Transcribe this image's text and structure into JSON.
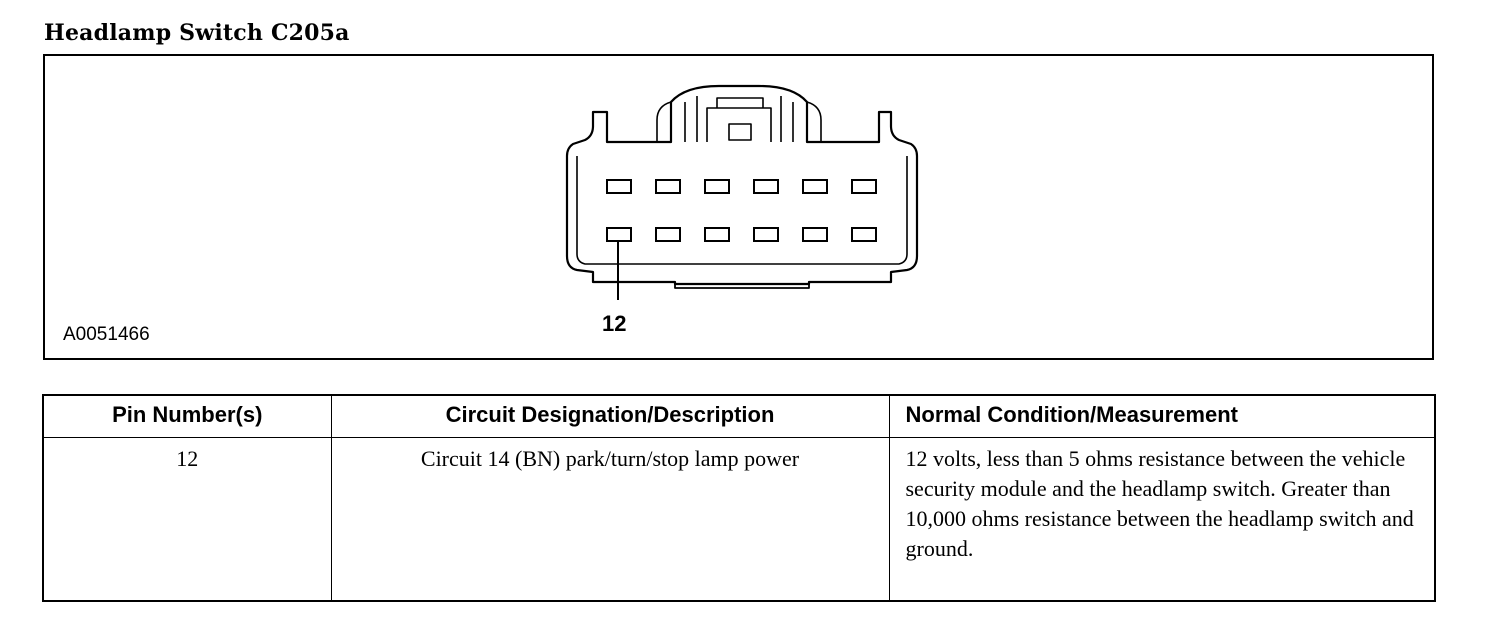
{
  "title": "Headlamp Switch C205a",
  "figure": {
    "id": "A0051466",
    "pin_callout": "12"
  },
  "table": {
    "headers": [
      "Pin Number(s)",
      "Circuit Designation/Description",
      "Normal Condition/Measurement"
    ],
    "rows": [
      {
        "pin": "12",
        "circuit": "Circuit 14 (BN) park/turn/stop lamp power",
        "normal": "12 volts, less than 5 ohms resistance between the vehicle security module and the headlamp switch. Greater than 10,000 ohms resistance between the headlamp switch and ground."
      }
    ]
  }
}
